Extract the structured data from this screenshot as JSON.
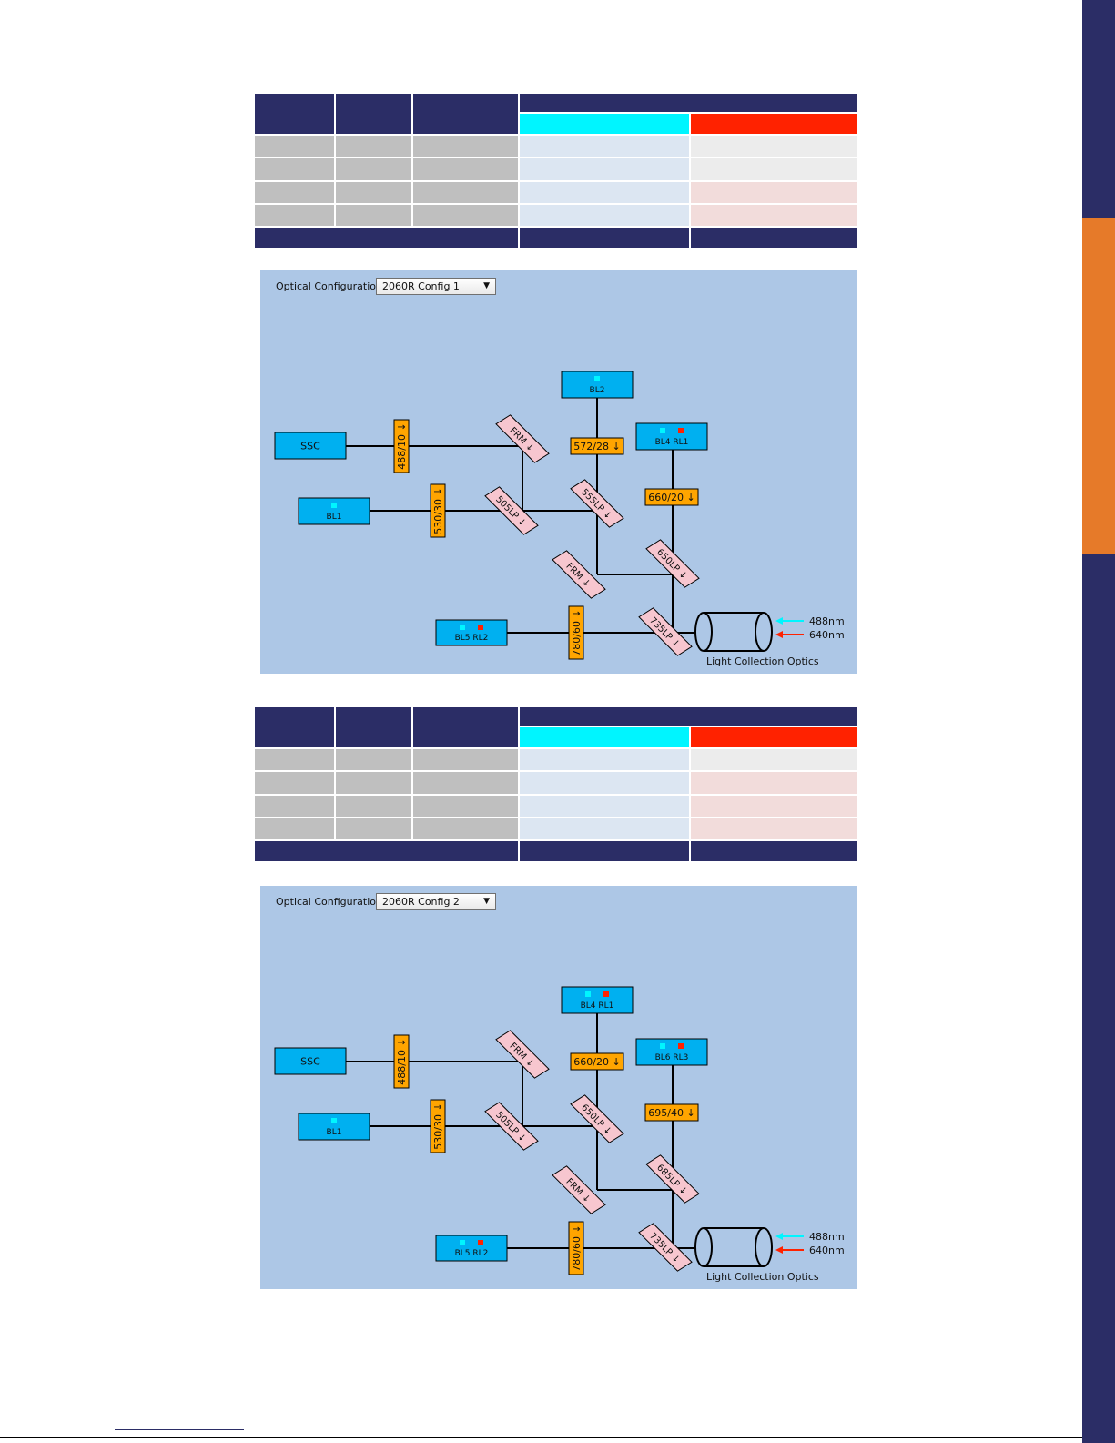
{
  "colors": {
    "sidebar_dark": "#2b2d66",
    "sidebar_accent": "#e67a29",
    "table_header": "#2b2d66",
    "laser_488": "#00f5ff",
    "laser_640": "#ff2200",
    "cell_grey": "#bfbfbf",
    "cell_blue": "#dce6f2",
    "cell_light": "#ececec",
    "cell_pink": "#f2dcdb",
    "panel_bg": "#adc7e6",
    "detector": "#00b0f0",
    "filter": "#ffa500",
    "mirror": "#f7c6cf"
  },
  "panels": [
    {
      "config_label": "Optical Configuration:",
      "config_value": "2060R Config 1",
      "legend_488": "488nm",
      "legend_640": "640nm",
      "optics_label": "Light Collection Optics",
      "detectors": [
        {
          "key": "ssc",
          "label": "SSC",
          "dots": []
        },
        {
          "key": "bl1",
          "label": "BL1",
          "dots": [
            "488"
          ]
        },
        {
          "key": "top",
          "label": "BL2",
          "dots": [
            "488"
          ]
        },
        {
          "key": "mid",
          "label": "BL4 RL1",
          "dots": [
            "488",
            "640"
          ]
        },
        {
          "key": "bot",
          "label": "BL5 RL2",
          "dots": [
            "488",
            "640"
          ]
        }
      ],
      "filters": [
        {
          "key": "f488",
          "label": "488/10"
        },
        {
          "key": "f530",
          "label": "530/30"
        },
        {
          "key": "ftop",
          "label": "572/28"
        },
        {
          "key": "fmid",
          "label": "660/20"
        },
        {
          "key": "f780",
          "label": "780/60"
        }
      ],
      "mirrors": [
        {
          "key": "m1",
          "label": "FRM"
        },
        {
          "key": "m2",
          "label": "505LP"
        },
        {
          "key": "m3",
          "label": "555LP"
        },
        {
          "key": "m4",
          "label": "FRM"
        },
        {
          "key": "m5",
          "label": "650LP"
        },
        {
          "key": "m6",
          "label": "735LP"
        }
      ]
    },
    {
      "config_label": "Optical Configuration:",
      "config_value": "2060R Config 2",
      "legend_488": "488nm",
      "legend_640": "640nm",
      "optics_label": "Light Collection Optics",
      "detectors": [
        {
          "key": "ssc",
          "label": "SSC",
          "dots": []
        },
        {
          "key": "bl1",
          "label": "BL1",
          "dots": [
            "488"
          ]
        },
        {
          "key": "top",
          "label": "BL4 RL1",
          "dots": [
            "488",
            "640"
          ]
        },
        {
          "key": "mid",
          "label": "BL6 RL3",
          "dots": [
            "488",
            "640"
          ]
        },
        {
          "key": "bot",
          "label": "BL5 RL2",
          "dots": [
            "488",
            "640"
          ]
        }
      ],
      "filters": [
        {
          "key": "f488",
          "label": "488/10"
        },
        {
          "key": "f530",
          "label": "530/30"
        },
        {
          "key": "ftop",
          "label": "660/20"
        },
        {
          "key": "fmid",
          "label": "695/40"
        },
        {
          "key": "f780",
          "label": "780/60"
        }
      ],
      "mirrors": [
        {
          "key": "m1",
          "label": "FRM"
        },
        {
          "key": "m2",
          "label": "505LP"
        },
        {
          "key": "m3",
          "label": "650LP"
        },
        {
          "key": "m4",
          "label": "FRM"
        },
        {
          "key": "m5",
          "label": "685LP"
        },
        {
          "key": "m6",
          "label": "735LP"
        }
      ]
    }
  ]
}
